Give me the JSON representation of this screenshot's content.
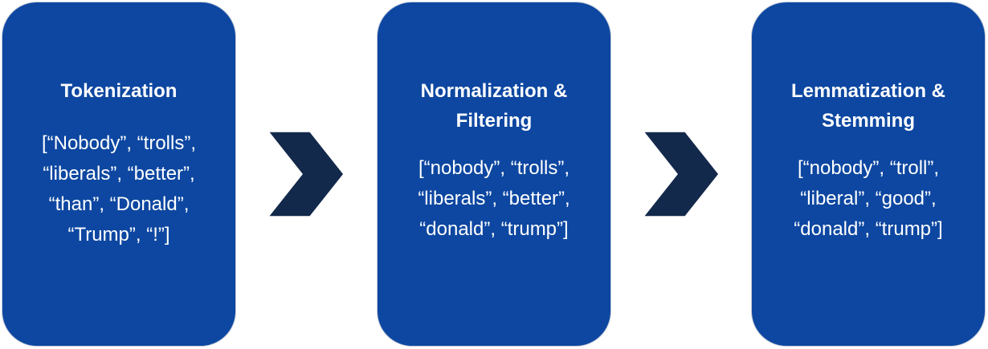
{
  "stages": [
    {
      "title": "Tokenization",
      "tokens": "[“Nobody”, “trolls”,\n“liberals”, “better”,\n“than”, “Donald”,\n“Trump”, “!”]"
    },
    {
      "title": "Normalization &\nFiltering",
      "tokens": "[“nobody”, “trolls”,\n“liberals”, “better”,\n“donald”, “trump”]"
    },
    {
      "title": "Lemmatization &\nStemming",
      "tokens": "[“nobody”, “troll”,\n“liberal”, “good”,\n“donald”, “trump”]"
    }
  ],
  "colors": {
    "stage_fill": "#0d47a1",
    "arrow_fill": "#13294b",
    "arrow_stroke": "#ffffff"
  }
}
